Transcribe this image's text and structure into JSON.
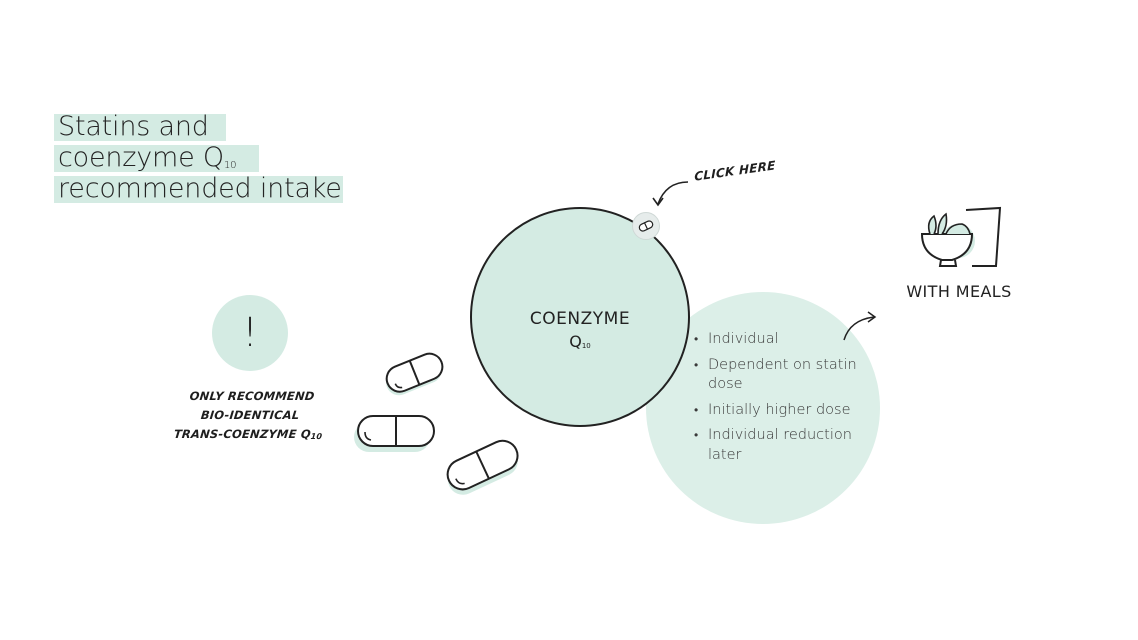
{
  "title": {
    "line1": "Statins and",
    "line2": "coenzyme Q",
    "line2_sub": "10",
    "line3": "recommended intake"
  },
  "warning": {
    "symbol": "!",
    "line1": "ONLY RECOMMEND",
    "line2": "BIO-IDENTICAL",
    "line3": "TRANS-COENZYME Q",
    "line3_sub": "10"
  },
  "coenzyme": {
    "label": "COENZYME",
    "q": "Q",
    "q_sub": "10"
  },
  "click_here": "CLICK HERE",
  "dosage": {
    "items": [
      "Individual",
      "Dependent on statin dose",
      "Initially higher dose",
      "Individual reduction later"
    ]
  },
  "meals": {
    "label": "WITH MEALS",
    "icon": "bowl-and-glass-icon"
  },
  "colors": {
    "accent": "#d4ebe3",
    "text": "#1e1e1e"
  }
}
